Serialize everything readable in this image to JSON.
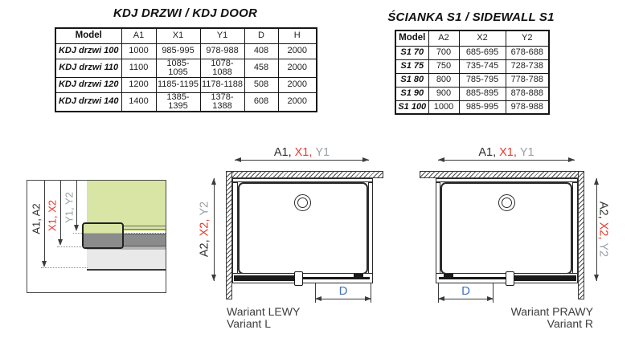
{
  "door_table": {
    "title": "KDJ DRZWI / KDJ DOOR",
    "headers": [
      "Model",
      "A1",
      "X1",
      "Y1",
      "D",
      "H"
    ],
    "rows": [
      [
        "KDJ drzwi 100",
        "1000",
        "985-995",
        "978-988",
        "408",
        "2000"
      ],
      [
        "KDJ drzwi 110",
        "1100",
        "1085-1095",
        "1078-1088",
        "458",
        "2000"
      ],
      [
        "KDJ drzwi 120",
        "1200",
        "1185-1195",
        "1178-1188",
        "508",
        "2000"
      ],
      [
        "KDJ drzwi 140",
        "1400",
        "1385-1395",
        "1378-1388",
        "608",
        "2000"
      ]
    ]
  },
  "sidewall_table": {
    "title": "ŚCIANKA S1 / SIDEWALL S1",
    "headers": [
      "Model",
      "A2",
      "X2",
      "Y2"
    ],
    "rows": [
      [
        "S1 70",
        "700",
        "685-695",
        "678-688"
      ],
      [
        "S1 75",
        "750",
        "735-745",
        "728-738"
      ],
      [
        "S1 80",
        "800",
        "785-795",
        "778-788"
      ],
      [
        "S1 90",
        "900",
        "885-895",
        "878-888"
      ],
      [
        "S1 100",
        "1000",
        "985-995",
        "978-988"
      ]
    ]
  },
  "cross_section": {
    "label_a": "A1, A2",
    "label_x": "X1, X2",
    "label_y": "Y1, Y2"
  },
  "variant_l": {
    "dim_top_a": "A1,",
    "dim_top_x": "X1,",
    "dim_top_y": "Y1",
    "dim_side_a": "A2,",
    "dim_side_x": "X2,",
    "dim_side_y": "Y2",
    "dim_d": "D",
    "caption_pl": "Wariant LEWY",
    "caption_en": "Variant L"
  },
  "variant_r": {
    "dim_top_a": "A1,",
    "dim_top_x": "X1,",
    "dim_top_y": "Y1",
    "dim_side_a": "A2,",
    "dim_side_x": "X2,",
    "dim_side_y": "Y2",
    "dim_d": "D",
    "caption_pl": "Wariant PRAWY",
    "caption_en": "Variant R"
  },
  "colors": {
    "accent_red": "#e5392e",
    "accent_blue": "#4472c4",
    "accent_gray": "#9aa0a6",
    "glass_green": "#d9e5a4"
  }
}
